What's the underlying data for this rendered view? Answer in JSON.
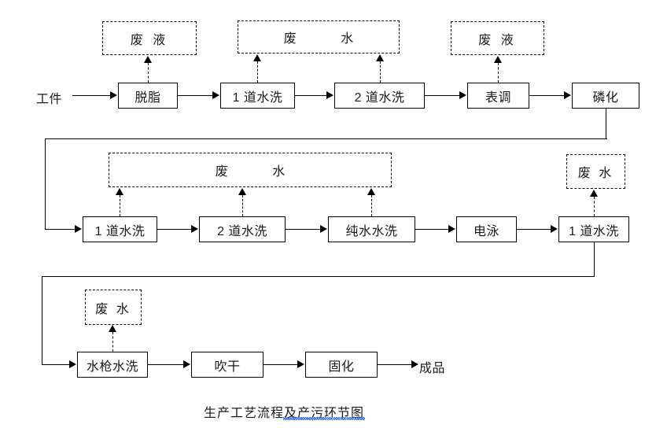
{
  "diagram": {
    "title": "生产工艺流程及产污环节图",
    "input_label": "工件",
    "output_label": "成品",
    "row1": {
      "waste_boxes": [
        {
          "label": "废 液"
        },
        {
          "label": "废   水"
        },
        {
          "label": "废 液"
        }
      ],
      "process_boxes": [
        {
          "label": "脱脂"
        },
        {
          "label": "1 道水洗"
        },
        {
          "label": "2 道水洗"
        },
        {
          "label": "表调"
        },
        {
          "label": "磷化"
        }
      ]
    },
    "row2": {
      "waste_boxes": [
        {
          "label": "废       水"
        },
        {
          "label": "废 水"
        }
      ],
      "process_boxes": [
        {
          "label": "1 道水洗"
        },
        {
          "label": "2 道水洗"
        },
        {
          "label": "纯水水洗"
        },
        {
          "label": "电泳"
        },
        {
          "label": "1 道水洗"
        }
      ]
    },
    "row3": {
      "waste_boxes": [
        {
          "label": "废 水"
        }
      ],
      "process_boxes": [
        {
          "label": "水枪水洗"
        },
        {
          "label": "吹干"
        },
        {
          "label": "固化"
        }
      ]
    },
    "colors": {
      "line": "#000000",
      "text": "#1a1a1a",
      "background": "#ffffff",
      "spellcheck_underline": "#3a6fd8"
    }
  }
}
